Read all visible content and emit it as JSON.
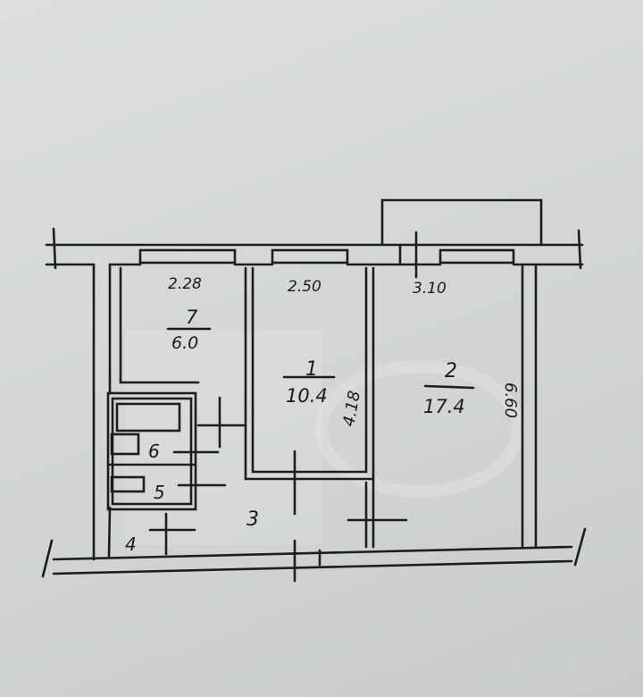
{
  "plan": {
    "dimensions": {
      "kitchen_width": "2.28",
      "room1_width": "2.50",
      "room2_width": "3.10",
      "room1_length": "4.18",
      "room2_length": "6.60"
    },
    "rooms": [
      {
        "number": "7",
        "area": "6.0"
      },
      {
        "number": "1",
        "area": "10.4"
      },
      {
        "number": "2",
        "area": "17.4"
      },
      {
        "number": "3"
      },
      {
        "number": "4"
      },
      {
        "number": "5"
      },
      {
        "number": "6"
      }
    ]
  },
  "colors": {
    "paper": "#d6d9d6",
    "ink": "#1d1d1d"
  }
}
